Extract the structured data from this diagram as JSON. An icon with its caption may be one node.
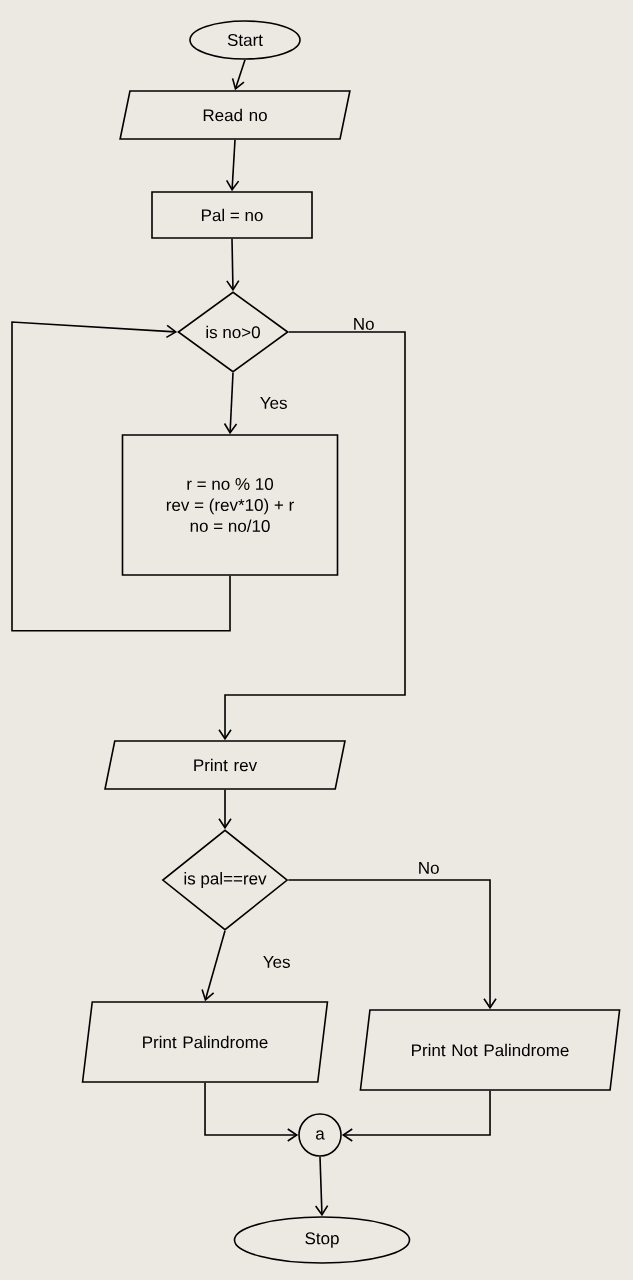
{
  "diagram": {
    "nodes": [
      {
        "text": [
          "Start"
        ]
      },
      {
        "text": [
          "Read no"
        ]
      },
      {
        "text": [
          "Pal = no"
        ]
      },
      {
        "text": [
          "is no>0"
        ]
      },
      {
        "text": [
          "r = no % 10",
          "rev = (rev*10) + r",
          "no = no/10"
        ]
      },
      {
        "text": [
          "Print rev"
        ]
      },
      {
        "text": [
          "is pal==rev"
        ]
      },
      {
        "text": [
          "Print Palindrome"
        ]
      },
      {
        "text": [
          "Print Not Palindrome"
        ]
      },
      {
        "text": [
          "a"
        ]
      },
      {
        "text": [
          "Stop"
        ]
      }
    ],
    "edges": [
      {
        "from": 0,
        "to": 1,
        "arrow": "to"
      },
      {
        "from": 1,
        "to": 2,
        "arrow": "to"
      },
      {
        "from": 2,
        "to": 3,
        "arrow": "to"
      },
      {
        "from": 3,
        "to": 4,
        "arrow": "to",
        "label": "Yes"
      },
      {
        "from": 4,
        "to": 3,
        "arrow": "to"
      },
      {
        "from": 3,
        "to": 5,
        "arrow": "to",
        "label": "No"
      },
      {
        "from": 5,
        "to": 6,
        "arrow": "to"
      },
      {
        "from": 6,
        "to": 7,
        "arrow": "to",
        "label": "Yes"
      },
      {
        "from": 6,
        "to": 8,
        "arrow": "to",
        "label": "No"
      },
      {
        "from": 7,
        "to": 9,
        "arrow": "to"
      },
      {
        "from": 8,
        "to": 9,
        "arrow": "to"
      },
      {
        "from": 9,
        "to": 10,
        "arrow": "to"
      }
    ]
  }
}
